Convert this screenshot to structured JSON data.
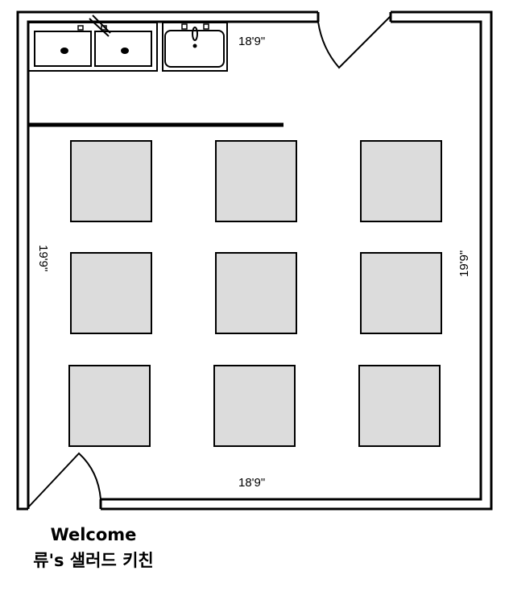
{
  "plan": {
    "dim_top": "18'9\"",
    "dim_bottom": "18'9\"",
    "dim_left": "19'9\"",
    "dim_right": "19'9\"",
    "table_color": "#dcdcdc",
    "table_count": 9
  },
  "caption": {
    "line1": "Welcome",
    "line2": "류's 샐러드 키친"
  }
}
